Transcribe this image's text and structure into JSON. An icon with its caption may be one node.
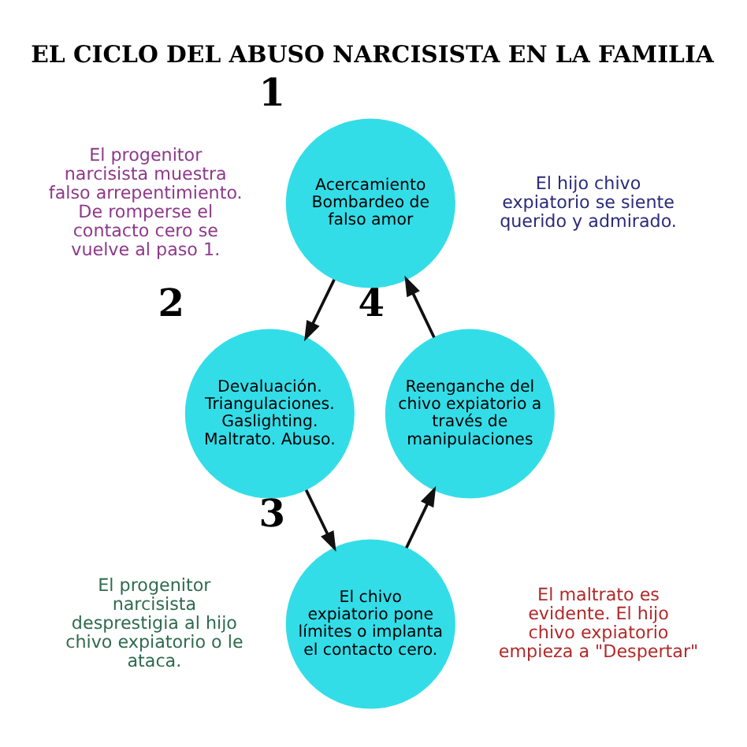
{
  "diagram": {
    "title": "EL CICLO DEL ABUSO NARCISISTA EN LA FAMILIA",
    "nodes": [
      {
        "text": [
          "Acercamiento Bombardeo de falso amor"
        ],
        "beside": [
          "1"
        ]
      },
      {
        "text": [
          "Devaluación. Triangulaciones. Gaslighting. Maltrato. Abuso."
        ],
        "beside": [
          "2"
        ]
      },
      {
        "text": [
          "El chivo expiatorio pone límites o implanta el contacto cero."
        ],
        "beside": [
          "3"
        ]
      },
      {
        "text": [
          "Reenganche del chivo expiatorio a través de manipulaciones"
        ],
        "beside": [
          "4"
        ]
      }
    ],
    "edges": [
      {
        "from": 0,
        "to": 1,
        "arrow": "to"
      },
      {
        "from": 1,
        "to": 2,
        "arrow": "to"
      },
      {
        "from": 2,
        "to": 3,
        "arrow": "to"
      },
      {
        "from": 3,
        "to": 0,
        "arrow": "to"
      }
    ],
    "labels": [
      "El progenitor narcisista muestra falso arrepentimiento. De romperse el contacto cero se vuelve al paso 1.",
      "El hijo chivo expiatorio se siente querido y admirado.",
      "El progenitor narcisista desprestigia al hijo chivo expiatorio o le ataca.",
      "El maltrato es evidente. El hijo chivo expiatorio empieza a \"Despertar\""
    ]
  }
}
